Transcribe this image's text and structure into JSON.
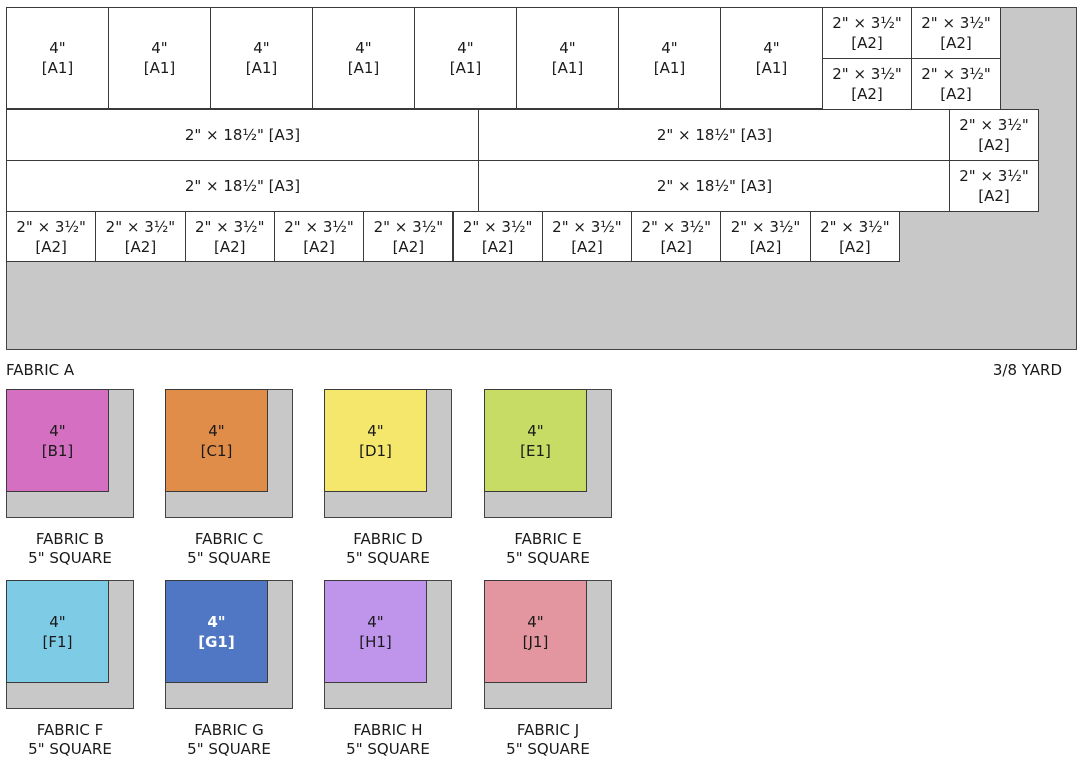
{
  "fabric_a": {
    "name": "FABRIC A",
    "amount": "3/8 YARD",
    "color": "#c8c8c8",
    "pieces_a1": {
      "line1": "4\"",
      "line2": "[A1]",
      "count": 8
    },
    "pieces_a2": {
      "line1": "2\" × 3½\"",
      "line2": "[A2]"
    },
    "pieces_a3": {
      "text": "2\" × 18½\" [A3]"
    }
  },
  "squares": [
    {
      "key": "b",
      "line1": "4\"",
      "line2": "[B1]",
      "fabric": "FABRIC B",
      "size": "5\" SQUARE",
      "color": "#d46fc2",
      "bold": false
    },
    {
      "key": "c",
      "line1": "4\"",
      "line2": "[C1]",
      "fabric": "FABRIC C",
      "size": "5\" SQUARE",
      "color": "#e08d4a",
      "bold": false
    },
    {
      "key": "d",
      "line1": "4\"",
      "line2": "[D1]",
      "fabric": "FABRIC D",
      "size": "5\" SQUARE",
      "color": "#f5e76b",
      "bold": false
    },
    {
      "key": "e",
      "line1": "4\"",
      "line2": "[E1]",
      "fabric": "FABRIC E",
      "size": "5\" SQUARE",
      "color": "#c6dc64",
      "bold": false
    },
    {
      "key": "f",
      "line1": "4\"",
      "line2": "[F1]",
      "fabric": "FABRIC F",
      "size": "5\" SQUARE",
      "color": "#7ecbe6",
      "bold": false
    },
    {
      "key": "g",
      "line1": "4\"",
      "line2": "[G1]",
      "fabric": "FABRIC G",
      "size": "5\" SQUARE",
      "color": "#4f77c4",
      "bold": true
    },
    {
      "key": "h",
      "line1": "4\"",
      "line2": "[H1]",
      "fabric": "FABRIC H",
      "size": "5\" SQUARE",
      "color": "#bf95ec",
      "bold": false
    },
    {
      "key": "j",
      "line1": "4\"",
      "line2": "[J1]",
      "fabric": "FABRIC J",
      "size": "5\" SQUARE",
      "color": "#e396a0",
      "bold": false
    }
  ]
}
